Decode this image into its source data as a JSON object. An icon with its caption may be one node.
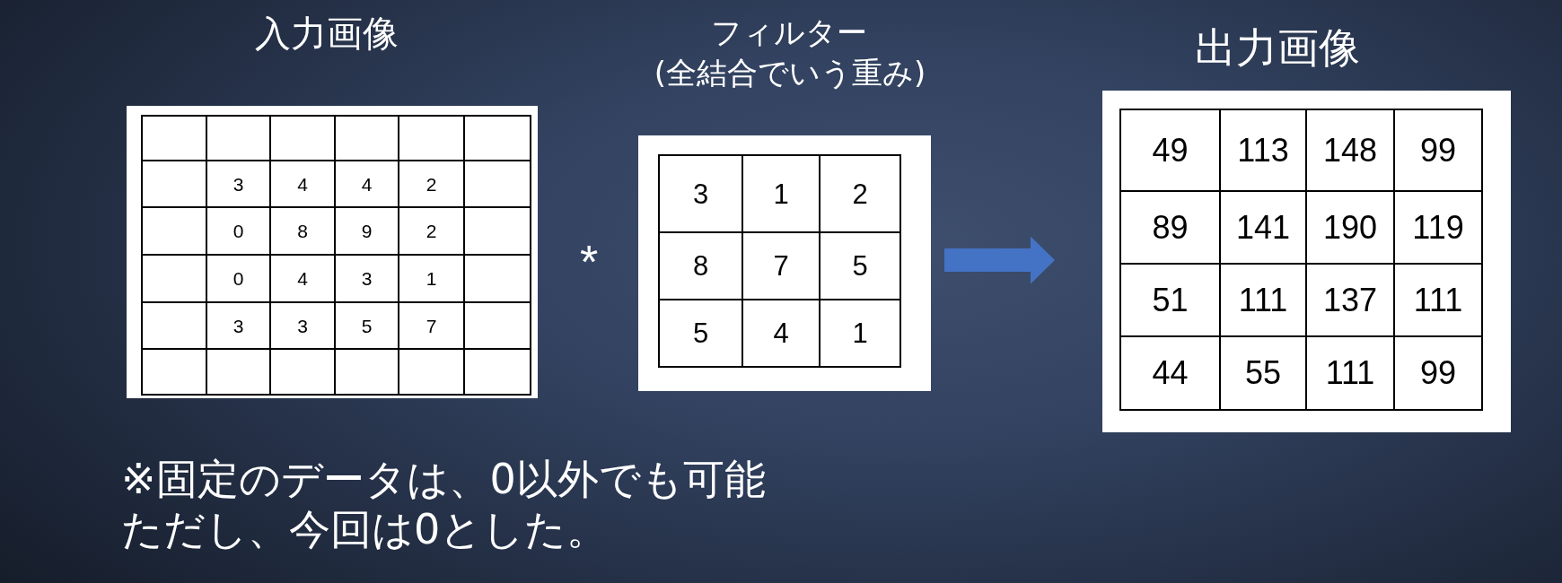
{
  "diagram": {
    "nodes": [
      {
        "text": [
          "入力画像"
        ]
      },
      {
        "text": [],
        "shape": "box",
        "in": 0
      },
      {
        "text": [],
        "shape": "box",
        "in": 0
      },
      {
        "text": [],
        "shape": "box",
        "in": 0
      },
      {
        "text": [],
        "shape": "box",
        "in": 0
      },
      {
        "text": [],
        "shape": "box",
        "in": 0
      },
      {
        "text": [],
        "shape": "box",
        "in": 0
      },
      {
        "text": [],
        "shape": "box",
        "in": 0
      },
      {
        "text": [
          "3"
        ],
        "in": 0
      },
      {
        "text": [
          "4"
        ],
        "in": 0
      },
      {
        "text": [
          "4"
        ],
        "in": 0
      },
      {
        "text": [
          "2"
        ],
        "in": 0
      },
      {
        "text": [],
        "shape": "box",
        "in": 0
      },
      {
        "text": [],
        "shape": "box",
        "in": 0
      },
      {
        "text": [
          "0"
        ],
        "in": 0
      },
      {
        "text": [
          "8"
        ],
        "in": 0
      },
      {
        "text": [
          "9"
        ],
        "in": 0
      },
      {
        "text": [
          "2"
        ],
        "in": 0
      },
      {
        "text": [],
        "shape": "box",
        "in": 0
      },
      {
        "text": [],
        "shape": "box",
        "in": 0
      },
      {
        "text": [
          "0"
        ],
        "in": 0
      },
      {
        "text": [
          "4"
        ],
        "in": 0
      },
      {
        "text": [
          "3"
        ],
        "in": 0
      },
      {
        "text": [
          "1"
        ],
        "in": 0
      },
      {
        "text": [],
        "shape": "box",
        "in": 0
      },
      {
        "text": [],
        "shape": "box",
        "in": 0
      },
      {
        "text": [
          "3"
        ],
        "in": 0
      },
      {
        "text": [
          "3"
        ],
        "in": 0
      },
      {
        "text": [
          "5"
        ],
        "in": 0
      },
      {
        "text": [
          "7"
        ],
        "in": 0
      },
      {
        "text": [],
        "shape": "box",
        "in": 0
      },
      {
        "text": [],
        "shape": "box",
        "in": 0
      },
      {
        "text": [],
        "shape": "box",
        "in": 0
      },
      {
        "text": [],
        "shape": "box",
        "in": 0
      },
      {
        "text": [],
        "shape": "box",
        "in": 0
      },
      {
        "text": [],
        "shape": "box",
        "in": 0
      },
      {
        "text": [],
        "shape": "box",
        "in": 0
      },
      {
        "text": [
          "フィルター",
          "(全結合でいう重み)"
        ]
      },
      {
        "text": [
          "3"
        ],
        "in": 37
      },
      {
        "text": [
          "1"
        ],
        "in": 37
      },
      {
        "text": [
          "2"
        ],
        "in": 37
      },
      {
        "text": [
          "8"
        ],
        "in": 37
      },
      {
        "text": [
          "7"
        ],
        "in": 37
      },
      {
        "text": [
          "5"
        ],
        "in": 37
      },
      {
        "text": [
          "5"
        ],
        "in": 37
      },
      {
        "text": [
          "4"
        ],
        "in": 37
      },
      {
        "text": [
          "1"
        ],
        "in": 37
      },
      {
        "text": [
          "出力画像"
        ]
      },
      {
        "text": [
          "49"
        ],
        "in": 47
      },
      {
        "text": [
          "113"
        ],
        "in": 47
      },
      {
        "text": [
          "148"
        ],
        "in": 47
      },
      {
        "text": [
          "99"
        ],
        "in": 47
      },
      {
        "text": [
          "89"
        ],
        "in": 47
      },
      {
        "text": [
          "141"
        ],
        "in": 47
      },
      {
        "text": [
          "190"
        ],
        "in": 47
      },
      {
        "text": [
          "119"
        ],
        "in": 47
      },
      {
        "text": [
          "51"
        ],
        "in": 47
      },
      {
        "text": [
          "111"
        ],
        "in": 47
      },
      {
        "text": [
          "137"
        ],
        "in": 47
      },
      {
        "text": [
          "111"
        ],
        "in": 47
      },
      {
        "text": [
          "44"
        ],
        "in": 47
      },
      {
        "text": [
          "55"
        ],
        "in": 47
      },
      {
        "text": [
          "111"
        ],
        "in": 47
      },
      {
        "text": [
          "99"
        ],
        "in": 47
      }
    ],
    "edges": [
      {
        "from": 37,
        "to": 47,
        "arrow": "to",
        "color": "#4472c4"
      }
    ],
    "labels": [
      "*",
      "※固定のデータは、0以外でも可能",
      "ただし、今回は0とした。"
    ]
  }
}
